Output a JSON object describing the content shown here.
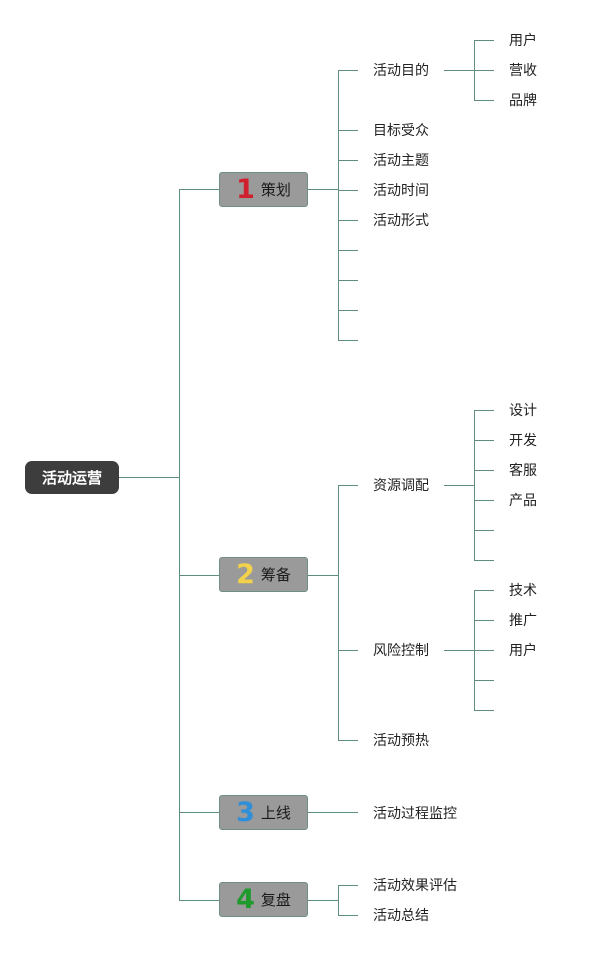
{
  "root": {
    "label": "活动运营"
  },
  "phases": [
    {
      "num": "1",
      "label": "策划",
      "color": "#d0202e"
    },
    {
      "num": "2",
      "label": "筹备",
      "color": "#f1d24a"
    },
    {
      "num": "3",
      "label": "上线",
      "color": "#2f8fd8"
    },
    {
      "num": "4",
      "label": "复盘",
      "color": "#1f9a2c"
    }
  ],
  "planning": {
    "purpose": {
      "label": "活动目的",
      "children": [
        "用户",
        "营收",
        "品牌"
      ]
    },
    "items": [
      "目标受众",
      "活动主题",
      "活动时间",
      "活动形式"
    ],
    "blank_count": 4
  },
  "preparation": {
    "resource": {
      "label": "资源调配",
      "children": [
        "设计",
        "开发",
        "客服",
        "产品"
      ],
      "blank_count": 2
    },
    "risk": {
      "label": "风险控制",
      "children": [
        "技术",
        "推广",
        "用户"
      ],
      "blank_count": 2
    },
    "warmup": "活动预热"
  },
  "launch": {
    "items": [
      "活动过程监控"
    ]
  },
  "review": {
    "items": [
      "活动效果评估",
      "活动总结"
    ]
  },
  "colors": {
    "line": "#5f8f7c",
    "root_bg": "#3d3d3d",
    "phase_bg": "#9a9a9a"
  }
}
